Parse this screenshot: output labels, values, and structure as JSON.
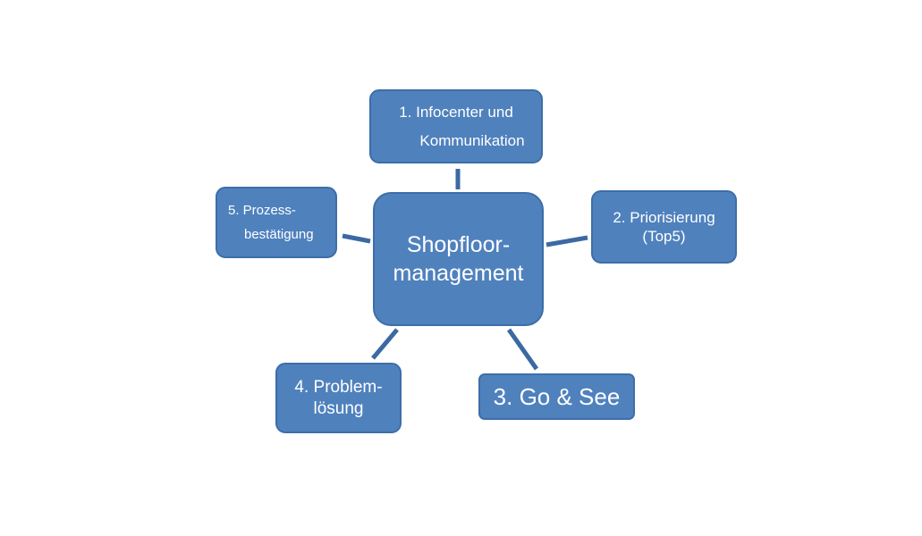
{
  "diagram": {
    "center": {
      "lines": [
        "Shopfloor-",
        "management"
      ]
    },
    "nodes": [
      {
        "lines": [
          "1. Infocenter und",
          "Kommunikation"
        ]
      },
      {
        "lines": [
          "2. Priorisierung",
          "(Top5)"
        ]
      },
      {
        "lines": [
          "3. Go & See"
        ]
      },
      {
        "lines": [
          "4. Problem-",
          "lösung"
        ]
      },
      {
        "lines": [
          "5. Prozess-",
          "bestätigung"
        ]
      }
    ]
  },
  "colors": {
    "node_fill": "#4f81bd",
    "node_border": "#3c6ea9",
    "connector": "#3b6aa2",
    "text": "#ffffff",
    "background": "#ffffff"
  }
}
